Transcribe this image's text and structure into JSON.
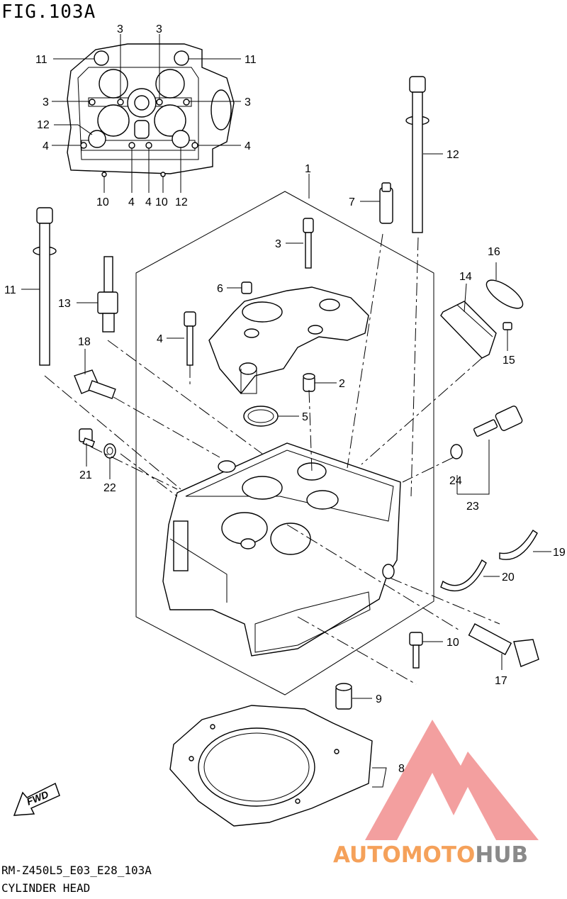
{
  "header": {
    "figure_id": "FIG.103A"
  },
  "footer": {
    "model_code": "RM-Z450L5_E03_E28_103A",
    "caption": "CYLINDER HEAD"
  },
  "callouts": {
    "top_view": {
      "c3a": "3",
      "c3b": "3",
      "c3c": "3",
      "c3d": "3",
      "c11a": "11",
      "c11b": "11",
      "c12a": "12",
      "c12b": "12",
      "c4a": "4",
      "c4b": "4",
      "c4c": "4",
      "c4d": "4",
      "c10a": "10",
      "c10b": "10"
    },
    "exploded": {
      "p1": "1",
      "p2": "2",
      "p3": "3",
      "p4": "4",
      "p5": "5",
      "p6": "6",
      "p7": "7",
      "p8": "8",
      "p9": "9",
      "p10": "10",
      "p11": "11",
      "p12": "12",
      "p13": "13",
      "p14": "14",
      "p15": "15",
      "p16": "16",
      "p17": "17",
      "p18": "18",
      "p19": "19",
      "p20": "20",
      "p21": "21",
      "p22": "22",
      "p23": "23",
      "p24": "24"
    }
  },
  "badges": {
    "fwd": "FWD"
  },
  "watermark": {
    "part1": "AUTOMOTO",
    "part2": "HUB",
    "color1": "#f5a15a",
    "color2": "#8a8a8a",
    "logo_color": "#f08080"
  }
}
